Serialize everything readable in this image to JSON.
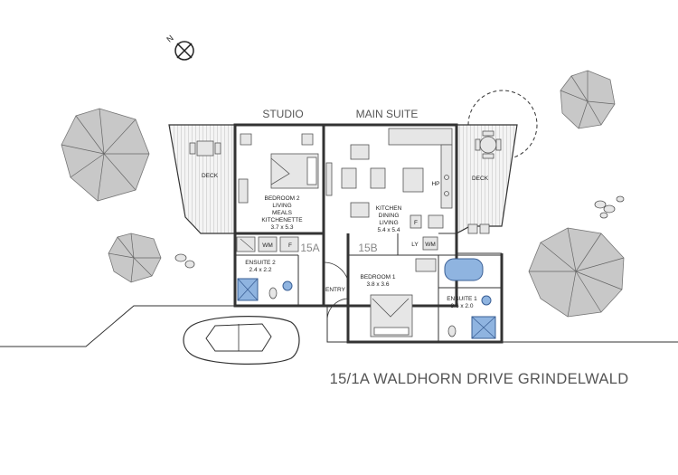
{
  "compass": {
    "label": "N"
  },
  "sections": {
    "studio": "STUDIO",
    "main_suite": "MAIN SUITE"
  },
  "unit_numbers": {
    "a": "15A",
    "b": "15B"
  },
  "rooms": {
    "bedroom2": [
      "BEDROOM 2",
      "LIVING",
      "MEALS",
      "KITCHENETTE",
      "3.7 x 5.3"
    ],
    "ensuite2": [
      "ENSUITE 2",
      "2.4 x 2.2"
    ],
    "kitchen": [
      "KITCHEN",
      "DINING",
      "LIVING",
      "5.4 x 5.4"
    ],
    "bedroom1": [
      "BEDROOM 1",
      "3.8 x 3.6"
    ],
    "ensuite1": [
      "ENSUITE 1",
      "3.6 x 2.0"
    ],
    "entry": "ENTRY",
    "deck_left": "DECK",
    "deck_right": "DECK"
  },
  "fixtures": {
    "wm_studio": "WM",
    "fridge_studio": "F",
    "fridge_main": "F",
    "hotplate": "HP",
    "laundry": "LY",
    "wm_main": "WM"
  },
  "address": "15/1A WALDHORN DRIVE GRINDELWALD"
}
